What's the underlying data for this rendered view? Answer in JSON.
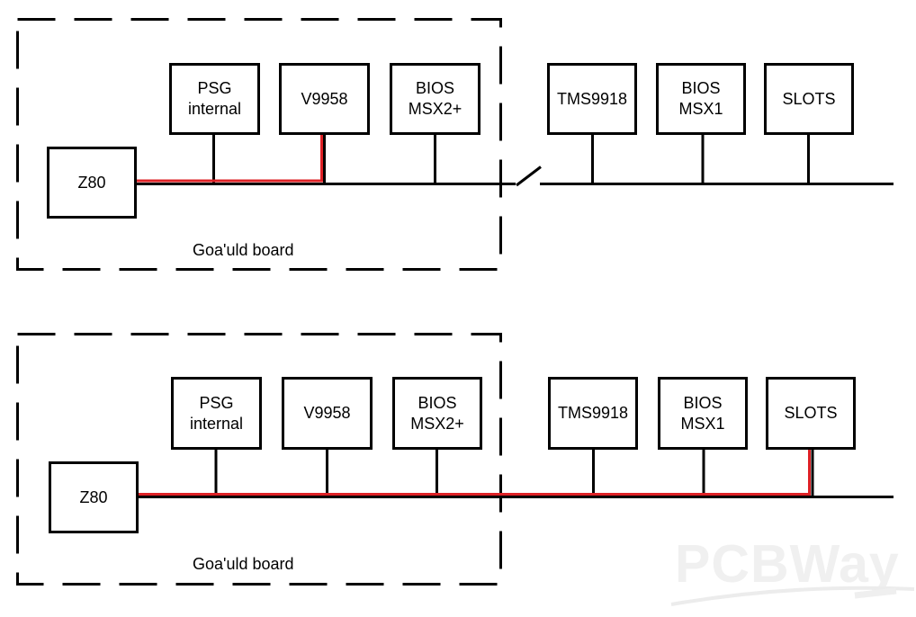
{
  "colors": {
    "line": "#000000",
    "highlight": "#de2126",
    "watermark": "#f0f0f0"
  },
  "watermark": {
    "text": "PCBWay"
  },
  "diagrams": [
    {
      "name": "top",
      "board_label": "Goa'uld board",
      "components": [
        {
          "label": "Z80"
        },
        {
          "label": "PSG\ninternal"
        },
        {
          "label": "V9958"
        },
        {
          "label": "BIOS\nMSX2+"
        },
        {
          "label": "TMS9918"
        },
        {
          "label": "BIOS\nMSX1"
        },
        {
          "label": "SLOTS"
        }
      ],
      "bus": {
        "highlighted_path": "Z80 to V9958",
        "switch_open": true
      }
    },
    {
      "name": "bottom",
      "board_label": "Goa'uld board",
      "components": [
        {
          "label": "Z80"
        },
        {
          "label": "PSG\ninternal"
        },
        {
          "label": "V9958"
        },
        {
          "label": "BIOS\nMSX2+"
        },
        {
          "label": "TMS9918"
        },
        {
          "label": "BIOS\nMSX1"
        },
        {
          "label": "SLOTS"
        }
      ],
      "bus": {
        "highlighted_path": "Z80 to SLOTS",
        "switch_open": false
      }
    }
  ]
}
